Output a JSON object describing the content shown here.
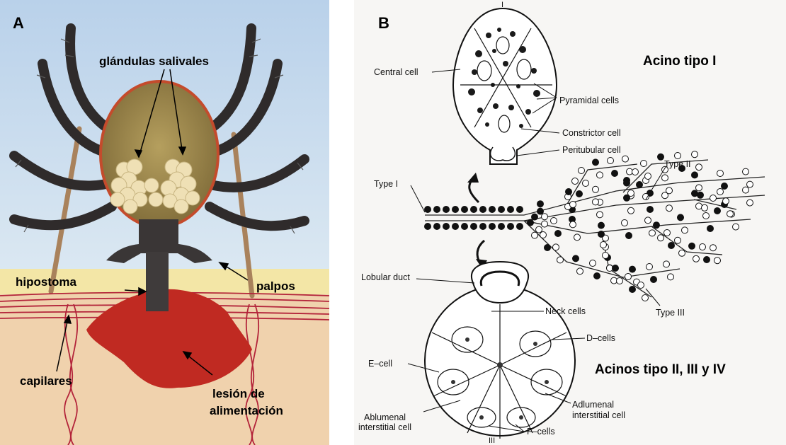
{
  "panel_a": {
    "letter": "A",
    "labels": {
      "salivary_glands": "glándulas salivales",
      "hypostome": "hipostoma",
      "palps": "palpos",
      "capillaries": "capilares",
      "feeding_lesion_line1": "lesión de",
      "feeding_lesion_line2": "alimentación"
    },
    "colors": {
      "sky": "#c9dcee",
      "skin_surface": "#f3e6a6",
      "dermis": "#f0d2ad",
      "blood_pool": "#c02a22",
      "capillary": "#b3243a",
      "tick_body": "#8a7a47",
      "tick_rim": "#c44b2c",
      "gland": "#efe0b5",
      "legs": "#2f2b2b"
    }
  },
  "panel_b": {
    "letter": "B",
    "titles": {
      "acino_1": "Acino tipo I",
      "acini_2_3_4": "Acinos tipo II, III y IV"
    },
    "top_acinus": {
      "roman": "I",
      "labels": {
        "central": "Central cell",
        "pyramidal": "Pyramidal cells",
        "constrictor": "Constrictor cell",
        "peritubular": "Peritubular cell"
      }
    },
    "duct_tree": {
      "type1": "Type I",
      "type2": "Type II",
      "type3": "Type III"
    },
    "bottom_acinus": {
      "roman": "III",
      "labels": {
        "lobular": "Lobular duct",
        "neck": "Neck cells",
        "d_cells": "D–cells",
        "e_cell": "E–cell",
        "ablumenal_1": "Ablumenal",
        "ablumenal_2": "interstitial cell",
        "adlumenal_1": "Adlumenal",
        "adlumenal_2": "interstitial cell",
        "f_cells": "F–cells"
      }
    }
  }
}
